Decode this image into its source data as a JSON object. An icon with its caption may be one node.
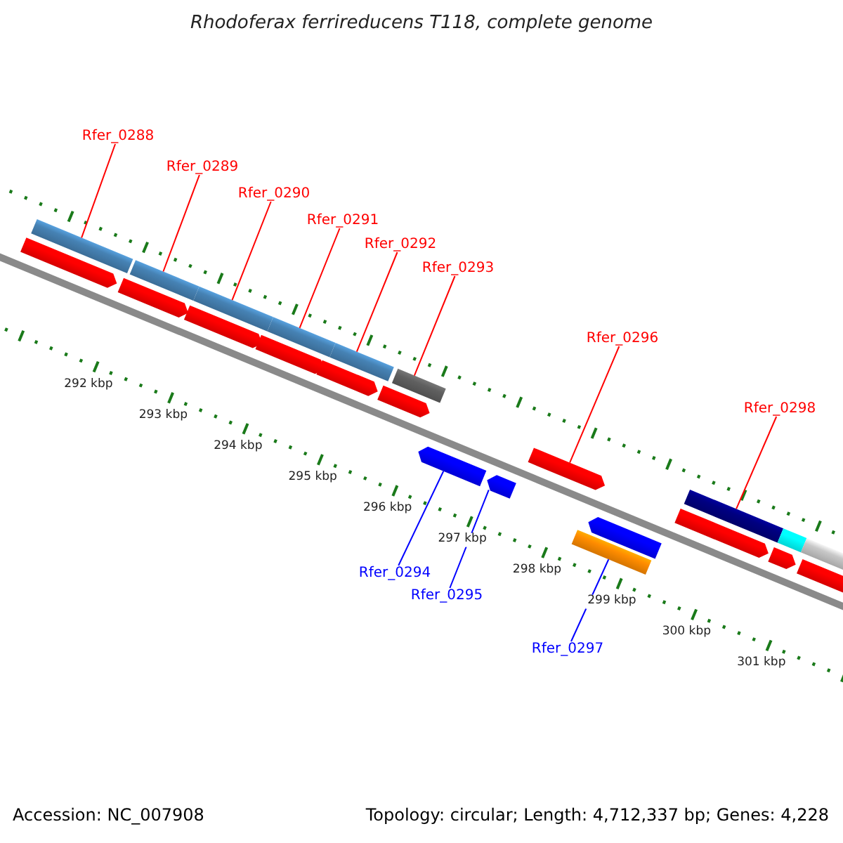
{
  "diagram": {
    "title": "Rhodoferax ferrireducens T118, complete genome",
    "nodes": [
      {
        "text": [
          "Rfer_0288"
        ]
      },
      {
        "text": [
          "Rfer_0289"
        ]
      },
      {
        "text": [
          "Rfer_0290"
        ]
      },
      {
        "text": [
          "Rfer_0291"
        ]
      },
      {
        "text": [
          "Rfer_0292"
        ]
      },
      {
        "text": [
          "Rfer_0293"
        ]
      },
      {
        "text": [
          "Rfer_0294"
        ]
      },
      {
        "text": [
          "Rfer_0295"
        ]
      },
      {
        "text": [
          "Rfer_0296"
        ]
      },
      {
        "text": [
          "Rfer_0297"
        ]
      },
      {
        "text": [
          "Rfer_0298"
        ]
      },
      {
        "text": [],
        "shape": "pentagon"
      },
      {
        "text": [],
        "shape": "bar"
      },
      {
        "text": [],
        "shape": "pentagon"
      },
      {
        "text": [],
        "shape": "bar"
      },
      {
        "text": [],
        "shape": "pentagon"
      },
      {
        "text": [],
        "shape": "bar"
      },
      {
        "text": [],
        "shape": "pentagon"
      },
      {
        "text": [],
        "shape": "bar"
      },
      {
        "text": [],
        "shape": "pentagon"
      },
      {
        "text": [],
        "shape": "bar"
      },
      {
        "text": [],
        "shape": "pentagon"
      },
      {
        "text": [],
        "shape": "bar"
      },
      {
        "text": [],
        "shape": "pentagon"
      },
      {
        "text": [],
        "shape": "pentagon"
      },
      {
        "text": [],
        "shape": "pentagon"
      },
      {
        "text": [],
        "shape": "bar"
      },
      {
        "text": [],
        "shape": "pentagon"
      },
      {
        "text": [],
        "shape": "pentagon"
      },
      {
        "text": [],
        "shape": "bar"
      },
      {
        "text": [],
        "shape": "pentagon"
      },
      {
        "text": [],
        "shape": "bar"
      },
      {
        "text": [],
        "shape": "pentagon"
      },
      {
        "text": [],
        "shape": "bar"
      }
    ],
    "edges": [
      {
        "from": 0,
        "to": 12,
        "arrow": "none"
      },
      {
        "from": 1,
        "to": 14,
        "arrow": "none"
      },
      {
        "from": 2,
        "to": 16,
        "arrow": "none"
      },
      {
        "from": 3,
        "to": 18,
        "arrow": "none"
      },
      {
        "from": 4,
        "to": 20,
        "arrow": "none"
      },
      {
        "from": 5,
        "to": 22,
        "arrow": "none"
      },
      {
        "from": 6,
        "to": 23,
        "arrow": "none",
        "color": "#0000ff"
      },
      {
        "from": 7,
        "to": 24,
        "arrow": "none",
        "color": "#0000ff"
      },
      {
        "from": 8,
        "to": 25,
        "arrow": "none"
      },
      {
        "from": 9,
        "to": 26,
        "arrow": "none",
        "color": "#0000ff"
      },
      {
        "from": 10,
        "to": 29,
        "arrow": "none"
      }
    ],
    "labels": [
      "292 kbp",
      "293 kbp",
      "294 kbp",
      "295 kbp",
      "296 kbp",
      "297 kbp",
      "298 kbp",
      "299 kbp",
      "300 kbp",
      "301 kbp",
      "Accession: NC_007908",
      "Topology: circular; Length: 4,712,337 bp; Genes: 4,228"
    ]
  }
}
